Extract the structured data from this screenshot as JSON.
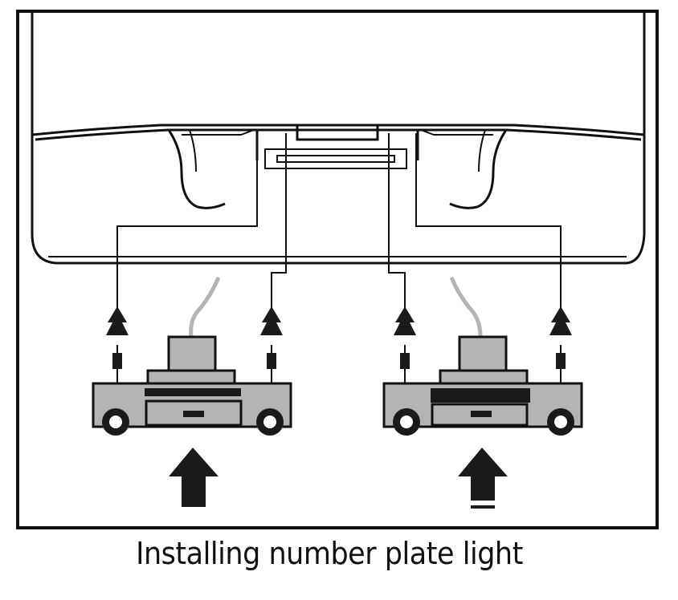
{
  "caption": "Installing number plate light",
  "colors": {
    "line": "#111111",
    "fill": "#b4b4b4",
    "background": "#ffffff"
  },
  "parts": {
    "lamp_units": [
      "left-lamp-unit",
      "right-lamp-unit"
    ],
    "arrow_icon": "arrow-up-icon"
  }
}
